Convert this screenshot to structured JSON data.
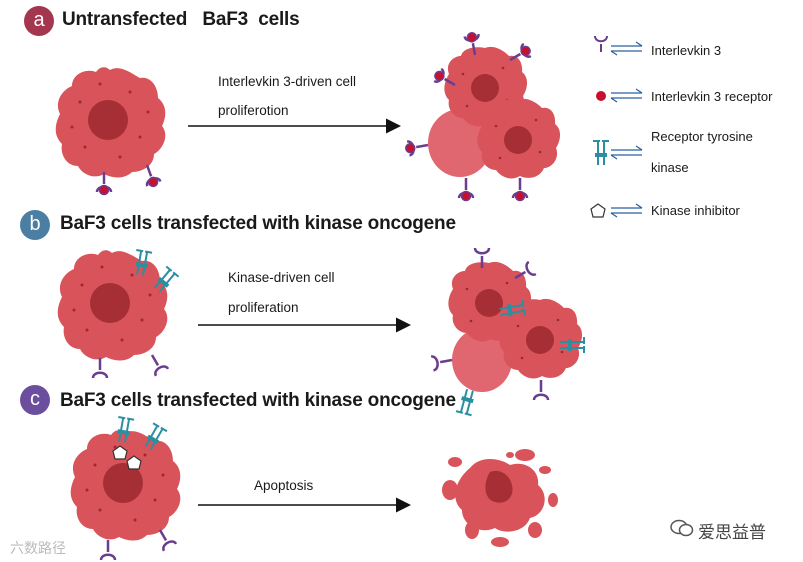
{
  "panels": [
    {
      "badge": "a",
      "badge_color": "#a4364f",
      "title": "Untransfected   BaF3  cells",
      "arrow_label_1": "Interlevkin 3-driven cell",
      "arrow_label_2": "proliferotion"
    },
    {
      "badge": "b",
      "badge_color": "#4a7fa3",
      "title": "BaF3 cells transfected with kinase oncogene",
      "arrow_label_1": "Kinase-driven cell",
      "arrow_label_2": "proliferation"
    },
    {
      "badge": "c",
      "badge_color": "#6b4f9e",
      "title": "BaF3 cells transfected with kinase oncogene",
      "arrow_label_1": "Apoptosis",
      "arrow_label_2": ""
    }
  ],
  "legend": [
    {
      "icon": "interleukin-3-icon",
      "label": "Interlevkin 3"
    },
    {
      "icon": "interleukin-3-receptor-icon",
      "label": "Interlevkin 3 receptor"
    },
    {
      "icon": "receptor-tyrosine-kinase-icon",
      "label_1": "Receptor tyrosine",
      "label_2": "kinase"
    },
    {
      "icon": "kinase-inhibitor-icon",
      "label": "Kinase inhibitor"
    }
  ],
  "watermarks": {
    "left": "六数路径",
    "right": "爱思益普"
  },
  "colors": {
    "cell": "#d9545a",
    "nucleus": "#a52f35",
    "receptor": "#6a3d8f",
    "ligand": "#c8102e",
    "kinase": "#2a8fa0"
  }
}
